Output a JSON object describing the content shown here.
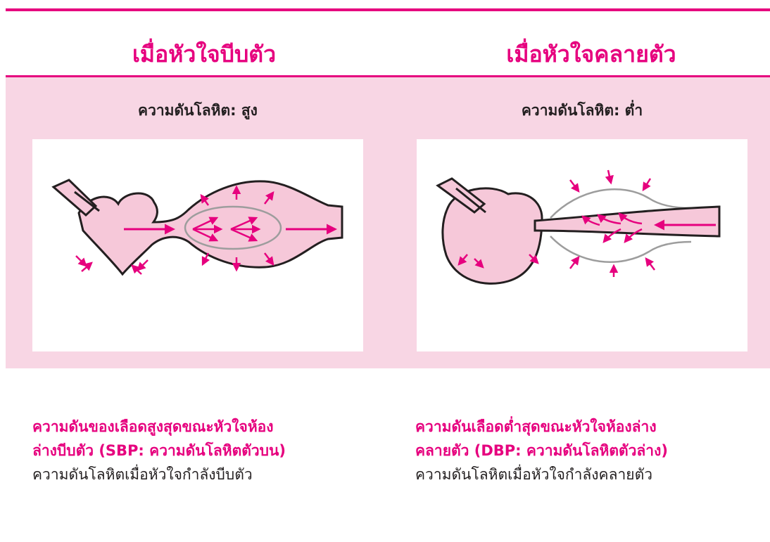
{
  "header": {
    "left_title": "เมื่อหัวใจบีบตัว",
    "right_title": "เมื่อหัวใจคลายตัว"
  },
  "panels": {
    "left": {
      "subtitle": "ความดันโลหิต: สูง"
    },
    "right": {
      "subtitle": "ความดันโลหิต: ต่ำ"
    }
  },
  "captions": {
    "left": {
      "highlight_line1": "ความดันของเลือดสูงสุดขณะหัวใจห้อง",
      "highlight_line2": "ล่างบีบตัว (SBP: ความดันโลหิตตัวบน)",
      "description": "ความดันโลหิตเมื่อหัวใจกำลังบีบตัว"
    },
    "right": {
      "highlight_line1": "ความดันเลือดต่ำสุดขณะหัวใจห้องล่าง",
      "highlight_line2": "คลายตัว (DBP: ความดันโลหิตตัวล่าง)",
      "description": "ความดันโลหิตเมื่อหัวใจกำลังคลายตัว"
    }
  },
  "colors": {
    "accent": "#e6007e",
    "band": "#f8d6e4",
    "tissue": "#f6c8d9",
    "outline": "#231f20",
    "vessel_rest": "#9d9d9d",
    "text": "#231f20"
  }
}
